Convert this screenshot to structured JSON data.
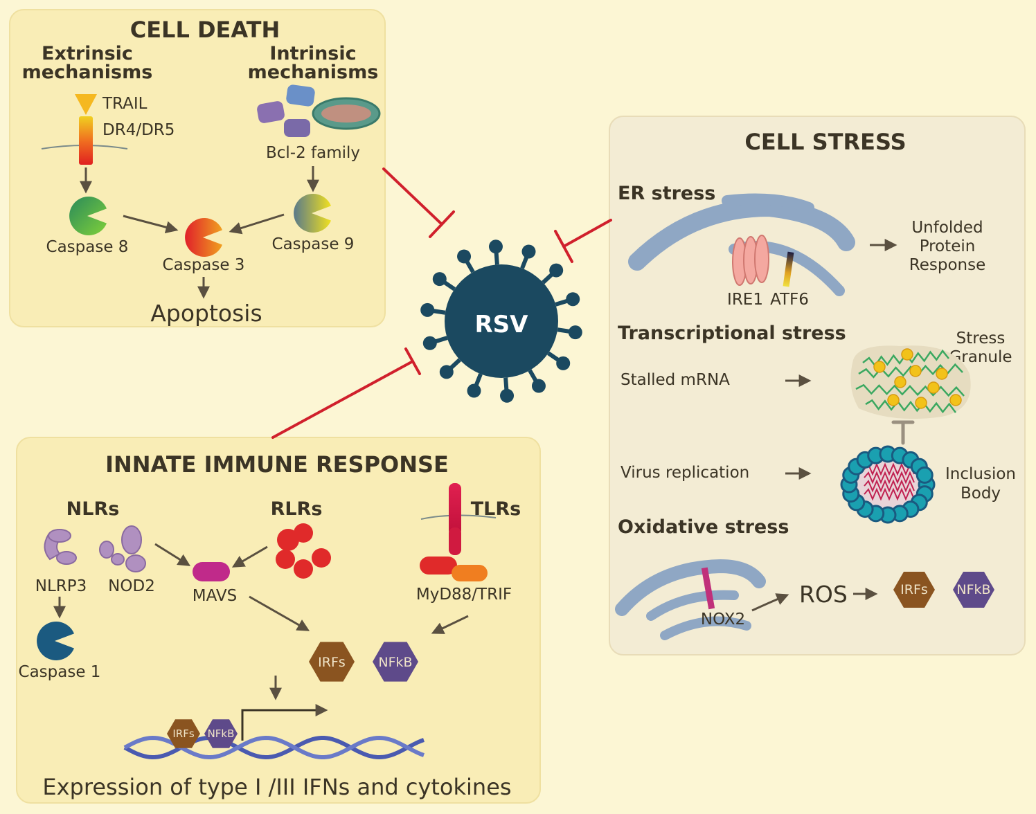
{
  "colors": {
    "background": "#fcf6d4",
    "panel_yellow": "#f9edb6",
    "panel_gray": "#f3ecd4",
    "inhibit_red": "#d0202c",
    "virus_blue": "#1b4960",
    "er_blue": "#8fa7c4",
    "text": "#3b3425"
  },
  "cell_death": {
    "title": "CELL DEATH",
    "extrinsic": {
      "line1": "Extrinsic",
      "line2": "mechanisms"
    },
    "intrinsic": {
      "line1": "Intrinsic",
      "line2": "mechanisms"
    },
    "trail": "TRAIL",
    "dr": "DR4/DR5",
    "bcl2": "Bcl-2 family",
    "caspase8": "Caspase 8",
    "caspase3": "Caspase 3",
    "caspase9": "Caspase 9",
    "apoptosis": "Apoptosis"
  },
  "virus": {
    "label": "RSV"
  },
  "cell_stress": {
    "title": "CELL STRESS",
    "er_stress": "ER stress",
    "ire1": "IRE1",
    "atf6": "ATF6",
    "upr": {
      "line1": "Unfolded",
      "line2": "Protein",
      "line3": "Response"
    },
    "transcriptional_stress": "Transcriptional stress",
    "stalled_mrna": "Stalled mRNA",
    "stress_granule": {
      "line1": "Stress",
      "line2": "Granule"
    },
    "virus_replication": "Virus replication",
    "inclusion_body": {
      "line1": "Inclusion",
      "line2": "Body"
    },
    "oxidative_stress": "Oxidative stress",
    "nox2": "NOX2",
    "ros": "ROS",
    "irfs": "IRFs",
    "nfkb": "NFkB"
  },
  "innate": {
    "title": "INNATE IMMUNE RESPONSE",
    "nlrs": "NLRs",
    "rlrs": "RLRs",
    "tlrs": "TLRs",
    "nlrp3": "NLRP3",
    "nod2": "NOD2",
    "mavs": "MAVS",
    "myd88": "MyD88/TRIF",
    "caspase1": "Caspase 1",
    "irfs": "IRFs",
    "nfkb": "NFkB",
    "dna_irfs": "IRFs",
    "dna_nfkb": "NFkB",
    "expression": "Expression of type I /III IFNs and cytokines"
  }
}
